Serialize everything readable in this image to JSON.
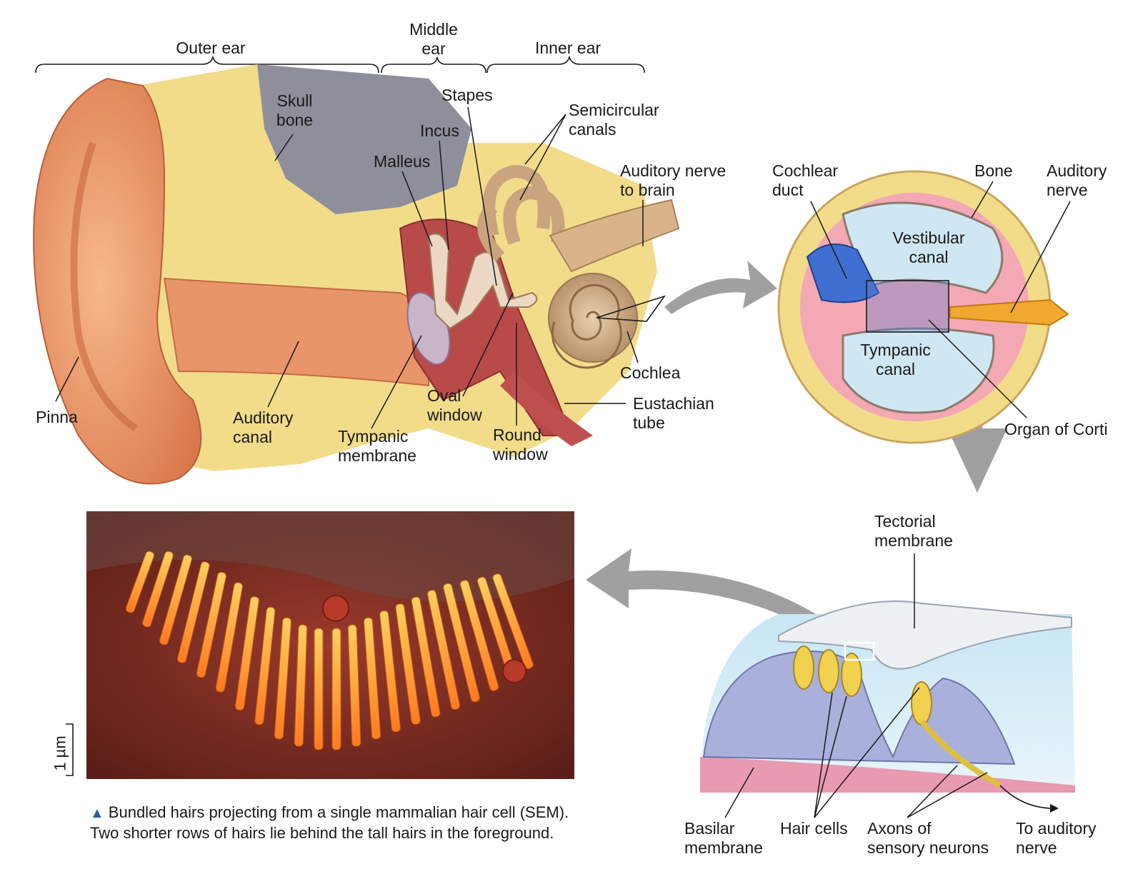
{
  "regions": {
    "outer_ear": "Outer ear",
    "middle_ear": "Middle\near",
    "inner_ear": "Inner ear"
  },
  "outer_labels": {
    "skull_bone": "Skull\nbone",
    "stapes": "Stapes",
    "incus": "Incus",
    "malleus": "Malleus",
    "semicircular_canals": "Semicircular\ncanals",
    "auditory_nerve_to_brain": "Auditory nerve\nto brain",
    "pinna": "Pinna",
    "auditory_canal": "Auditory\ncanal",
    "tympanic_membrane": "Tympanic\nmembrane",
    "oval_window": "Oval\nwindow",
    "round_window": "Round\nwindow",
    "cochlea": "Cochlea",
    "eustachian_tube": "Eustachian\ntube"
  },
  "cross_section_labels": {
    "cochlear_duct": "Cochlear\nduct",
    "bone": "Bone",
    "auditory_nerve": "Auditory\nnerve",
    "vestibular_canal": "Vestibular\ncanal",
    "tympanic_canal": "Tympanic\ncanal",
    "organ_of_corti": "Organ of Corti"
  },
  "corti_labels": {
    "tectorial_membrane": "Tectorial\nmembrane",
    "basilar_membrane": "Basilar\nmembrane",
    "hair_cells": "Hair cells",
    "axons": "Axons of\nsensory neurons",
    "to_auditory_nerve": "To auditory\nnerve"
  },
  "micrograph": {
    "scale_bar": "1 µm",
    "caption": "Bundled hairs projecting from a single mammalian hair cell (SEM). Two shorter rows of hairs lie behind the tall hairs in the foreground."
  },
  "colors": {
    "skin": "#f0a070",
    "bone": "#f2dc8a",
    "fluid": "#cfe7f2",
    "arrow": "#a0a0a0",
    "hair_orange": "#ff9a2a",
    "sem_bg": "#7a2a20",
    "caption_triangle": "#1f5fa8"
  }
}
